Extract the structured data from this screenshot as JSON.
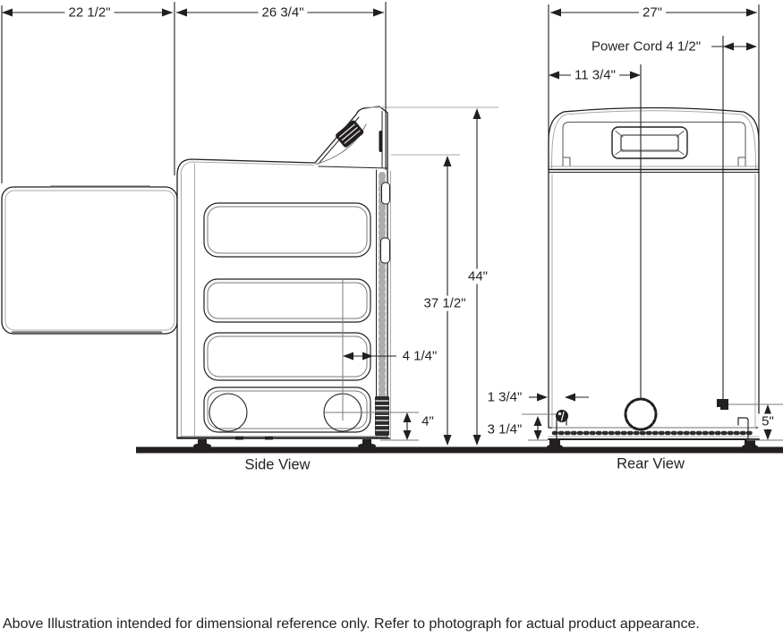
{
  "caption": "Above Illustration intended for dimensional reference only. Refer to photograph for actual product appearance.",
  "side_view": {
    "label": "Side View",
    "dimensions": {
      "door_open_depth": "22 1/2\"",
      "depth": "26 3/4\"",
      "total_height": "44\"",
      "panel_height": "37 1/2\"",
      "exhaust_offset": "4 1/4\"",
      "exhaust_center_height": "4\""
    }
  },
  "rear_view": {
    "label": "Rear View",
    "dimensions": {
      "width": "27\"",
      "power_cord": "Power Cord 4 1/2\"",
      "vent_center_offset": "11 3/4\"",
      "electrical_offset": "1 3/4\"",
      "electrical_height": "3 1/4\"",
      "cord_exit_height": "5\""
    }
  },
  "colors": {
    "line": "#231f20",
    "reference_line": "#a7a9ac",
    "floor": "#231f20",
    "background": "#ffffff"
  }
}
